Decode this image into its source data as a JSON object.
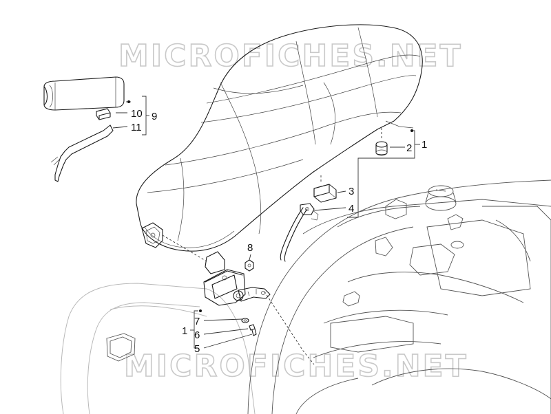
{
  "watermark": "MICROFICHES.NET",
  "callouts": {
    "c1_top": "1",
    "c2": "2",
    "c3": "3",
    "c4": "4",
    "c5": "5",
    "c6": "6",
    "c7": "7",
    "c1_bottom": "1",
    "c8": "8",
    "c9": "9",
    "c10": "10",
    "c11": "11"
  }
}
